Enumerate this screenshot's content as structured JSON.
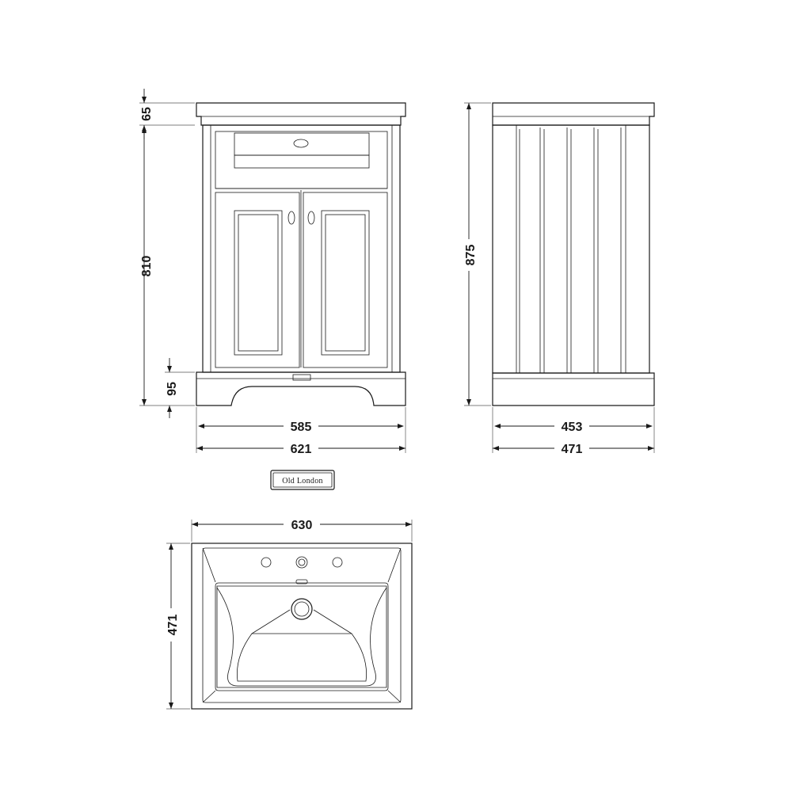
{
  "front_view": {
    "dim_top": "65",
    "dim_height": "810",
    "dim_plinth": "95",
    "dim_inner_width": "585",
    "dim_outer_width": "621"
  },
  "side_view": {
    "dim_height": "875",
    "dim_inner_depth": "453",
    "dim_outer_depth": "471"
  },
  "logo": {
    "text": "Old London"
  },
  "top_view": {
    "dim_width": "630",
    "dim_depth": "471"
  },
  "colors": {
    "line": "#1a1a1a",
    "background": "#ffffff"
  }
}
